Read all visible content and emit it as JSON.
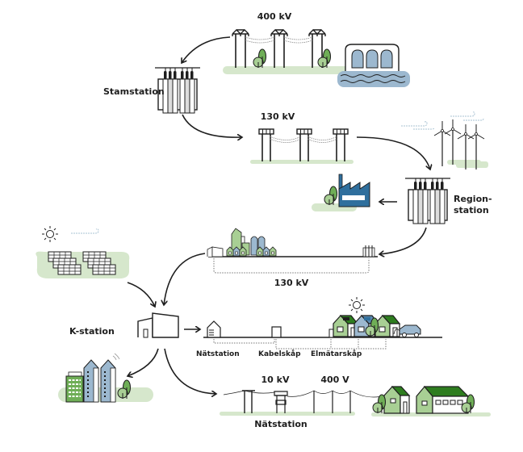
{
  "diagram": {
    "title": "Elnätet – från kraftverk till kund",
    "colors": {
      "ink": "#1e1e1e",
      "green_light": "#a8cf94",
      "green_dark": "#2e7d1f",
      "blue_light": "#9cb8cf",
      "blue_dark": "#5b88ad",
      "ground": "#d6e7cc",
      "water": "#9cb8cf",
      "factory_blue": "#2f6f9d"
    },
    "labels": {
      "voltage_400kv": "400 kV",
      "stamstation": "Stamstation",
      "voltage_130kv_top": "130 kV",
      "regionstation_line1": "Region-",
      "regionstation_line2": "station",
      "voltage_130kv_mid": "130 kV",
      "kstation": "K-station",
      "natstation_mid": "Nätstation",
      "kabelskap": "Kabelskåp",
      "elmatarskap": "Elmätarskåp",
      "voltage_10kv": "10 kV",
      "voltage_400v": "400 V",
      "natstation_bottom": "Nätstation"
    },
    "icons": {
      "hydro": "hydropower-plant-icon",
      "pylon_400": "transmission-tower-icon",
      "substation": "transformer-substation-icon",
      "pylon_130": "regional-power-pole-icon",
      "wind": "wind-turbine-icon",
      "factory": "factory-icon",
      "city": "city-icon",
      "solar": "solar-panel-icon",
      "sun": "sun-icon",
      "kstation": "distribution-station-icon",
      "houses": "residential-houses-icon",
      "car": "electric-car-icon",
      "apartments": "apartment-buildings-icon",
      "farm": "farm-houses-icon",
      "tree": "tree-icon"
    }
  }
}
